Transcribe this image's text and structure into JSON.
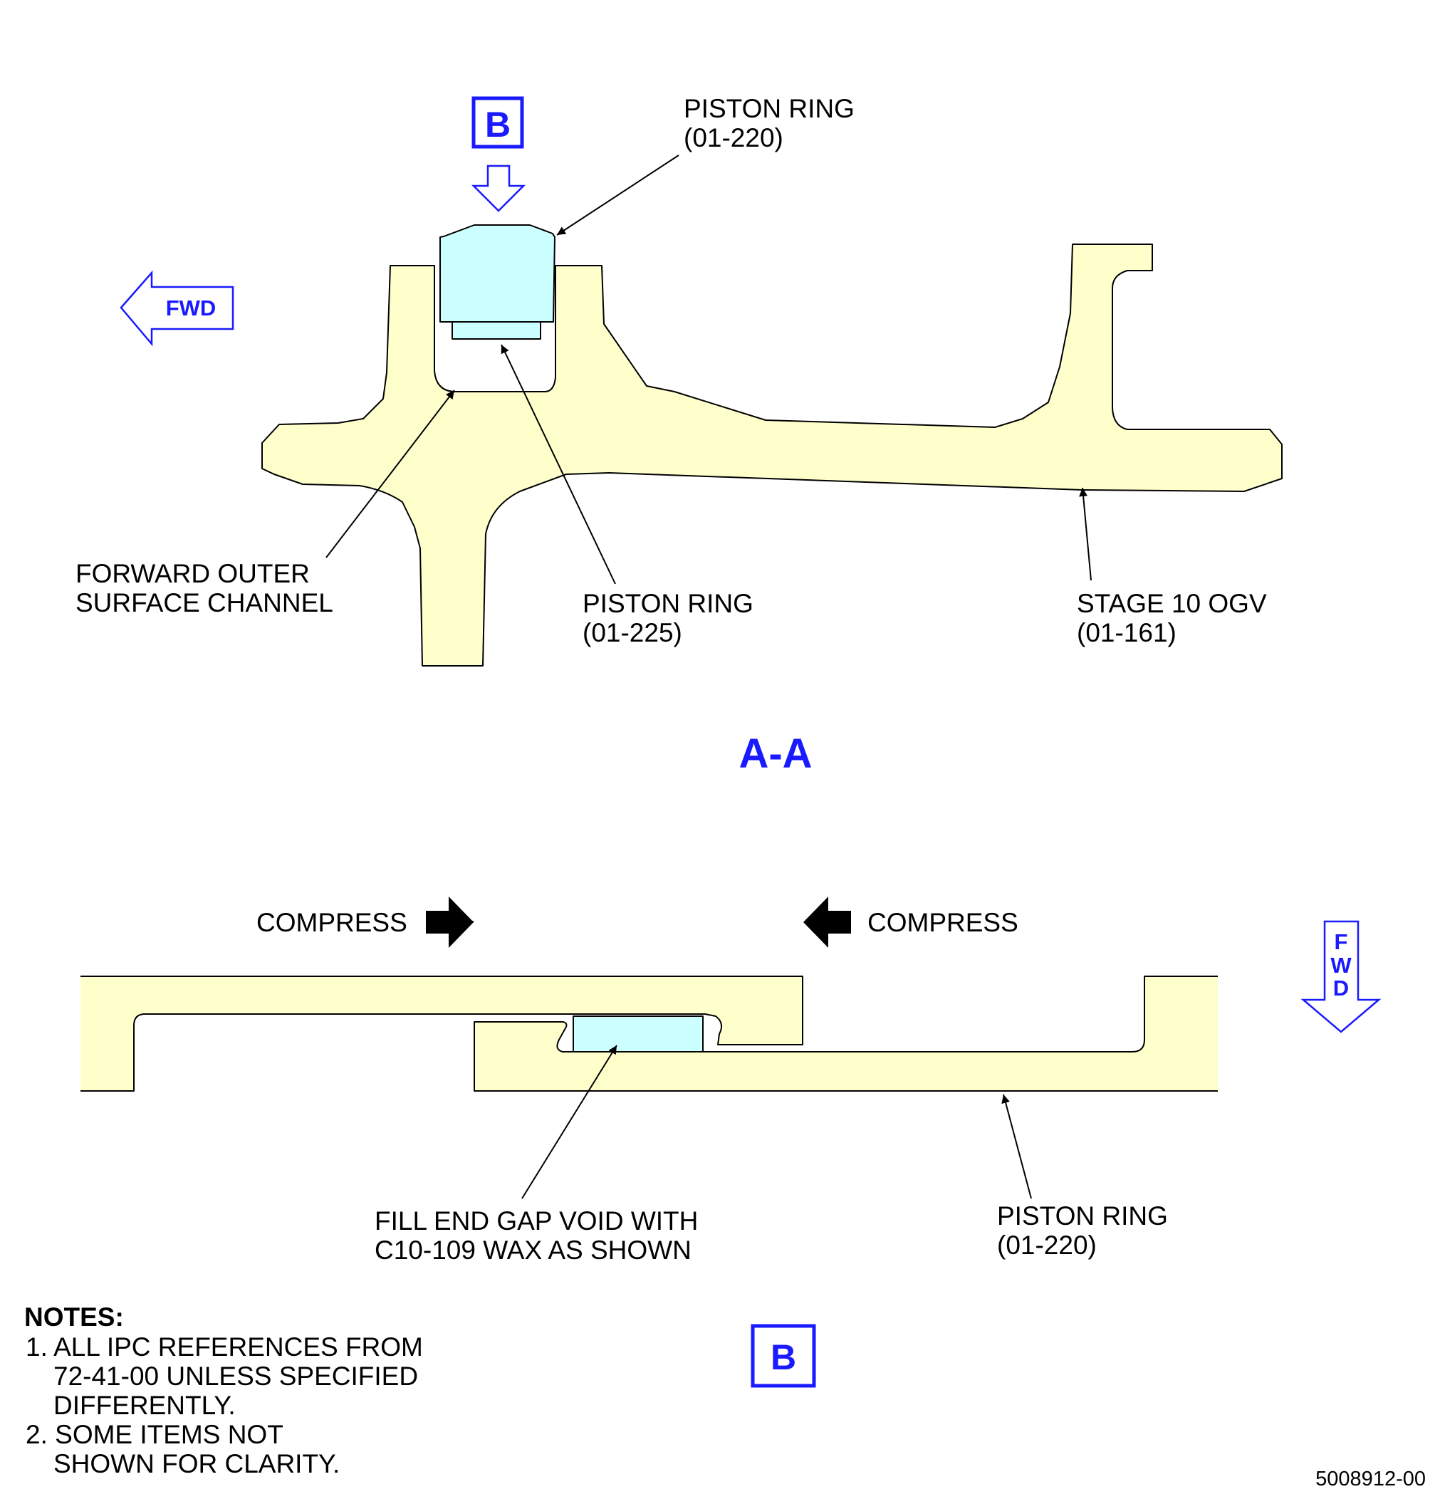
{
  "section_aa": {
    "title": "A-A",
    "detail_ref": "B",
    "fwd_label": "FWD",
    "callouts": {
      "piston_ring_upper": [
        "PISTON RING",
        "(01-220)"
      ],
      "forward_channel": [
        "FORWARD OUTER",
        "SURFACE CHANNEL"
      ],
      "piston_ring_lower": [
        "PISTON RING",
        "(01-225)"
      ],
      "stage10": [
        "STAGE 10 OGV",
        "(01-161)"
      ]
    }
  },
  "detail_b": {
    "title": "B",
    "compress_left": "COMPRESS",
    "compress_right": "COMPRESS",
    "fwd_letters": [
      "F",
      "W",
      "D"
    ],
    "callouts": {
      "fill_gap": [
        "FILL END GAP VOID WITH",
        "C10-109 WAX AS SHOWN"
      ],
      "piston_ring": [
        "PISTON RING",
        "(01-220)"
      ]
    }
  },
  "notes": {
    "heading": "NOTES:",
    "lines": [
      "1. ALL IPC REFERENCES FROM",
      "72-41-00 UNLESS SPECIFIED",
      "DIFFERENTLY.",
      "2. SOME ITEMS NOT",
      "SHOWN FOR CLARITY."
    ]
  },
  "figure_number": "5008912-00",
  "colors": {
    "part_fill": "#ffffcc",
    "ring_fill": "#ccffff",
    "accent_blue": "#1a1aff"
  }
}
